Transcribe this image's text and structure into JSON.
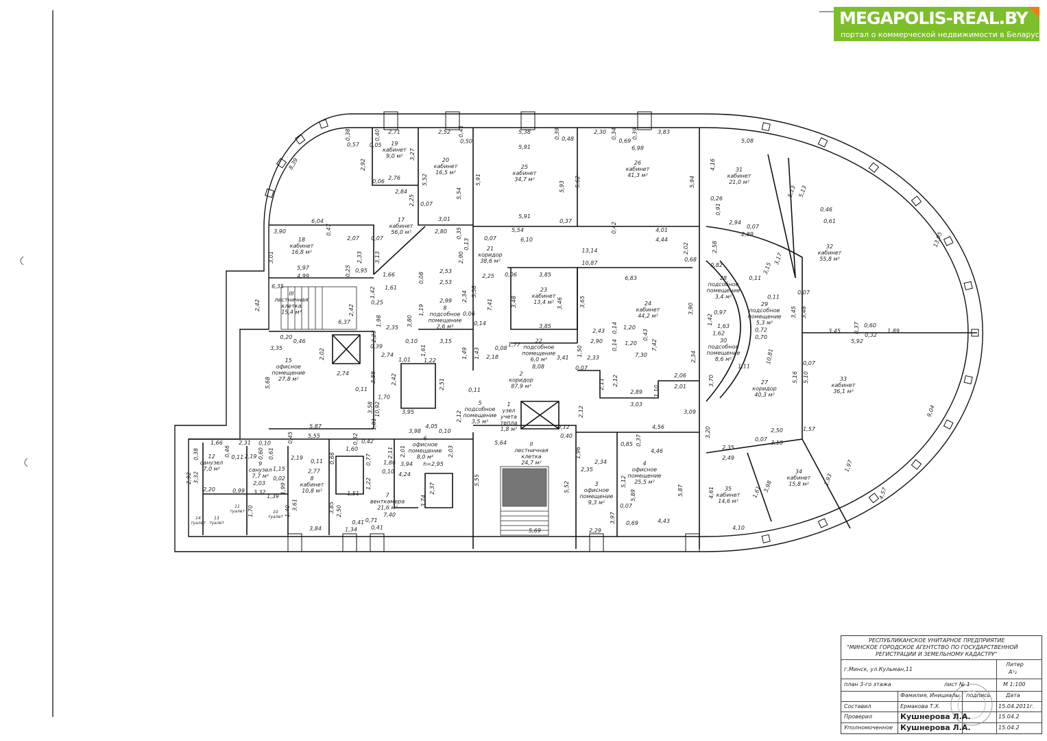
{
  "logo": {
    "brand": "MEGAPOLIS-REAL.BY",
    "tagline": "портал о коммерческой недвижимости в Беларуси",
    "color": "#7cbf2a",
    "accent": "#f07a1e"
  },
  "title_block": {
    "org_line1": "РЕСПУБЛИКАНСКОЕ УНИТАРНОЕ ПРЕДПРИЯТИЕ",
    "org_line2": "\"МИНСКОЕ ГОРОДСКОЕ АГЕНТСТВО ПО ГОСУДАРСТВЕННОЙ",
    "org_line3": "РЕГИСТРАЦИИ И ЗЕМЕЛЬНОМУ КАДАСТРУ\"",
    "address": "г.Минск, ул.Кульман,11",
    "liter_label": "Литер",
    "liter_value": "А¹₂",
    "plan_name": "план 3-го этажа",
    "sheet": "лист № 1",
    "scale": "М 1:100",
    "col_name": "Фамилия, Инициалы",
    "col_sign": "подпись",
    "col_date": "Дата",
    "rows": [
      {
        "role": "Составил",
        "name": "Ермакова Т.Х.",
        "date": "15.04.2011г."
      },
      {
        "role": "Проверил",
        "name": "Кушнерова Л.А.",
        "date": "15.04.2"
      },
      {
        "role": "Уполномоченное",
        "name": "Кушнерова Л.А.",
        "date": "15.04.2"
      }
    ]
  },
  "rooms": [
    {
      "num": "19",
      "name": "кабинет",
      "area": "9,0 м²"
    },
    {
      "num": "20",
      "name": "кабинет",
      "area": "16,5 м²"
    },
    {
      "num": "25",
      "name": "кабинет",
      "area": "34,7 м²"
    },
    {
      "num": "26",
      "name": "кабинет",
      "area": "41,3 м²"
    },
    {
      "num": "31",
      "name": "кабинет",
      "area": "21,0 м²"
    },
    {
      "num": "32",
      "name": "кабинет",
      "area": "55,8 м²"
    },
    {
      "num": "17",
      "name": "кабинет",
      "area": "56,0 м²"
    },
    {
      "num": "18",
      "name": "кабинет",
      "area": "16,8 м²"
    },
    {
      "num": "21",
      "name": "коридор",
      "area": "38,6 м²"
    },
    {
      "num": "23",
      "name": "кабинет",
      "area": "13,4 м²"
    },
    {
      "num": "24",
      "name": "кабинет",
      "area": "44,2 м²"
    },
    {
      "num": "28",
      "name": "подсобное помещение",
      "area": "3,4 м²"
    },
    {
      "num": "29",
      "name": "подсобное помещение",
      "area": "5,3 м²"
    },
    {
      "num": "30",
      "name": "подсобное помещение",
      "area": "8,6 м²"
    },
    {
      "num": "III",
      "name": "лестничная клетка",
      "area": "15,4 м²"
    },
    {
      "num": "8",
      "name": "подсобное помещение",
      "area": "2,6 м²"
    },
    {
      "num": "22",
      "name": "подсобное помещение",
      "area": "6,0 м²"
    },
    {
      "num": "15",
      "name": "офисное помещение",
      "area": "27,8 м²"
    },
    {
      "num": "2",
      "name": "коридор",
      "area": "87,9 м²"
    },
    {
      "num": "27",
      "name": "коридор",
      "area": "40,3 м²"
    },
    {
      "num": "33",
      "name": "кабинет",
      "area": "36,1 м²"
    },
    {
      "num": "5",
      "name": "подсобное помещение",
      "area": "3,5 м²"
    },
    {
      "num": "1",
      "name": "узел учета тепла",
      "area": "1,8 м²"
    },
    {
      "num": "II",
      "name": "лестничная клетка",
      "area": "24,7 м²"
    },
    {
      "num": "6",
      "name": "офисное помещение",
      "area": "8,0 м²"
    },
    {
      "num": "4",
      "name": "офисное помещение",
      "area": "25,5 м²"
    },
    {
      "num": "12",
      "name": "санузел",
      "area": "7,0 м²"
    },
    {
      "num": "9",
      "name": "санузел",
      "area": "7,7 м²"
    },
    {
      "num": "8",
      "name": "кабинет",
      "area": "10,8 м²"
    },
    {
      "num": "7",
      "name": "венткамера",
      "area": "21,6 м²"
    },
    {
      "num": "3",
      "name": "офисное помещение",
      "area": "9,3 м²"
    },
    {
      "num": "34",
      "name": "кабинет",
      "area": "15,8 м²"
    },
    {
      "num": "35",
      "name": "кабинет",
      "area": "14,6 м²"
    },
    {
      "num": "14",
      "name": "туалет",
      "area": ""
    },
    {
      "num": "13",
      "name": "туалет",
      "area": ""
    },
    {
      "num": "11",
      "name": "туалет",
      "area": ""
    },
    {
      "num": "10",
      "name": "туалет",
      "area": ""
    }
  ],
  "dims": [
    "0,38",
    "0,57",
    "2,71",
    "0,40",
    "0,05",
    "3,27",
    "2,92",
    "2,76",
    "0,06",
    "2,84",
    "2,25",
    "0,07",
    "2,52",
    "0,41",
    "0,50",
    "5,52",
    "5,54",
    "5,91",
    "3,01",
    "5,38",
    "0,39",
    "0,48",
    "5,91",
    "5,93",
    "5,91",
    "5,62",
    "0,37",
    "5,54",
    "2,30",
    "0,34",
    "0,69",
    "0,39",
    "3,83",
    "6,98",
    "5,94",
    "0,42",
    "4,01",
    "4,44",
    "6,10",
    "13,14",
    "10,87",
    "6,83",
    "8,39",
    "6,04",
    "3,90",
    "0,47",
    "2,07",
    "0,07",
    "3,13",
    "2,33",
    "3,01",
    "5,97",
    "4,99",
    "0,25",
    "0,95",
    "2,80",
    "0,35",
    "0,13",
    "2,90",
    "0,07",
    "5,58",
    "2,25",
    "7,41",
    "3,85",
    "0,06",
    "3,48",
    "3,46",
    "3,65",
    "3,85",
    "3,90",
    "2,43",
    "0,14",
    "1,20",
    "0,43",
    "1,20",
    "2,90",
    "0,14",
    "7,42",
    "7,30",
    "1,50",
    "2,33",
    "0,07",
    "3,41",
    "8,08",
    "0,08",
    "1,77",
    "2,18",
    "1,49",
    "1,43",
    "2,11",
    "2,12",
    "2,89",
    "3,03",
    "1,10",
    "2,06",
    "2,01",
    "2,34",
    "3,09",
    "6,35",
    "2,42",
    "6,37",
    "0,25",
    "1,42",
    "2,42",
    "1,66",
    "1,61",
    "2,35",
    "3,80",
    "1,19",
    "2,99",
    "2,34",
    "0,08",
    "2,53",
    "2,53",
    "0,06",
    "0,14",
    "3,15",
    "1,61",
    "0,10",
    "2,74",
    "2,74",
    "1,98",
    "2,23",
    "0,39",
    "3,35",
    "0,20",
    "0,46",
    "2,02",
    "3,88",
    "5,68",
    "0,11",
    "1,70",
    "10,92",
    "3,58",
    "1,81",
    "5,87",
    "1,01",
    "1,22",
    "2,42",
    "2,51",
    "3,95",
    "4,05",
    "5,55",
    "0,45",
    "0,32",
    "0,42",
    "5,08",
    "4,16",
    "0,26",
    "0,91",
    "2,94",
    "0,07",
    "2,89",
    "2,58",
    "5,13",
    "5,13",
    "13,05",
    "0,46",
    "0,61",
    "3,17",
    "3,15",
    "0,11",
    "0,11",
    "3,45",
    "3,48",
    "0,07",
    "3,45",
    "0,37",
    "0,60",
    "0,32",
    "1,89",
    "5,92",
    "0,07",
    "5,16",
    "5,10",
    "9,04",
    "2,50",
    "3,10",
    "0,07",
    "1,57",
    "1,97",
    "4,57",
    "3,98",
    "1,61",
    "1,93",
    "2,35",
    "2,49",
    "4,61",
    "4,10",
    "3,20",
    "3,70",
    "10,81",
    "1,11",
    "1,63",
    "1,62",
    "0,72",
    "0,70",
    "0,97",
    "1,42",
    "0,82",
    "2,02",
    "0,68",
    "0,11",
    "2,12",
    "2,12",
    "0,12",
    "0,40",
    "5,64",
    "5,55",
    "1,96",
    "2,34",
    "2,35",
    "5,52",
    "5,69",
    "2,29",
    "3,97",
    "0,69",
    "4,43",
    "5,87",
    "5,89",
    "5,12",
    "0,85",
    "0,37",
    "4,56",
    "4,46",
    "0,07",
    "3,98",
    "0,10",
    "2,11",
    "2,01",
    "2,03",
    "3,94",
    "h=2,95",
    "1,86",
    "0,10",
    "4,24",
    "1,60",
    "0,66",
    "0,77",
    "1,22",
    "2,37",
    "3,74",
    "7,40",
    "1,51",
    "2,50",
    "3,85",
    "3,84",
    "1,34",
    "0,41",
    "0,71",
    "0,41",
    "2,19",
    "0,11",
    "2,77",
    "3,61",
    "2,31",
    "0,46",
    "1,66",
    "0,38",
    "0,11",
    "2,19",
    "0,10",
    "0,60",
    "0,61",
    "2,03",
    "3,32",
    "2,92",
    "2,20",
    "0,99",
    "3,32",
    "1,39",
    "1,15",
    "0,02",
    "1,99",
    "1,70",
    "1,40"
  ]
}
